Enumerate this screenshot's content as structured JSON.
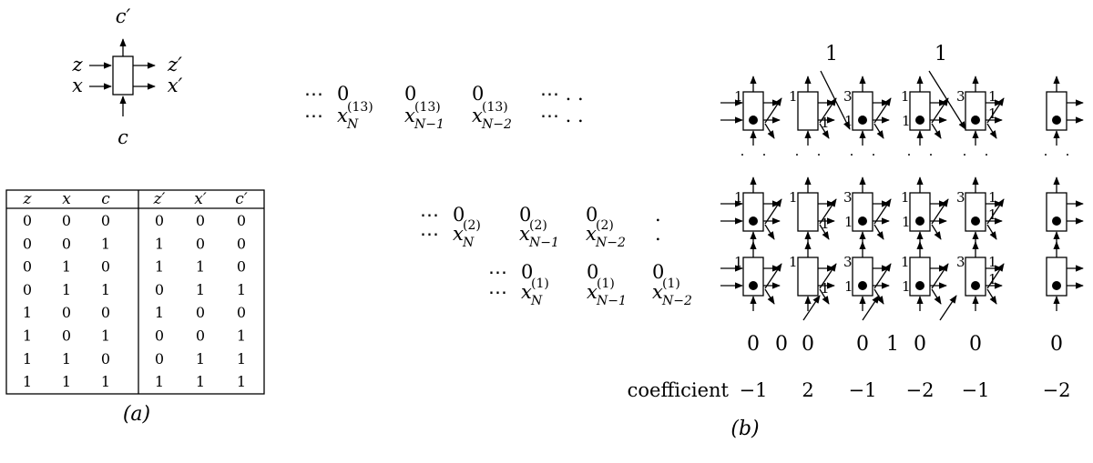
{
  "cell_diagram": {
    "top_out": "c′",
    "bottom_in": "c",
    "left_in": [
      "z",
      "x"
    ],
    "right_out": [
      "z′",
      "x′"
    ]
  },
  "truth_table": {
    "headers": [
      "z",
      "x",
      "c",
      "z′",
      "x′",
      "c′"
    ],
    "rows": [
      [
        "0",
        "0",
        "0",
        "0",
        "0",
        "0"
      ],
      [
        "0",
        "0",
        "1",
        "1",
        "0",
        "0"
      ],
      [
        "0",
        "1",
        "0",
        "1",
        "1",
        "0"
      ],
      [
        "0",
        "1",
        "1",
        "0",
        "1",
        "1"
      ],
      [
        "1",
        "0",
        "0",
        "1",
        "0",
        "0"
      ],
      [
        "1",
        "0",
        "1",
        "0",
        "0",
        "1"
      ],
      [
        "1",
        "1",
        "0",
        "0",
        "1",
        "1"
      ],
      [
        "1",
        "1",
        "1",
        "1",
        "1",
        "1"
      ]
    ]
  },
  "inputs": {
    "dots": "⋯",
    "zero": "0",
    "x": "x",
    "row13": {
      "sup": "(13)",
      "subs": [
        "N",
        "N−1",
        "N−2"
      ],
      "trail": "⋯   .          ."
    },
    "row2": {
      "sup": "(2)",
      "subs": [
        "N",
        "N−1",
        "N−2"
      ],
      "trail": "."
    },
    "row1": {
      "sup": "(1)",
      "subs": [
        "N",
        "N−1",
        "N−2"
      ]
    }
  },
  "array": {
    "top_values": [
      "1",
      "1"
    ],
    "bottom_values": [
      "0",
      "0",
      "0",
      "0",
      "1",
      "0",
      "0",
      "0"
    ],
    "coefficient_label": "coefficient",
    "coefficients": [
      "−1",
      "2",
      "−1",
      "−2",
      "−1",
      "−2"
    ],
    "edge_labels": [
      "1",
      "3"
    ]
  },
  "captions": {
    "a": "(a)",
    "b": "(b)"
  }
}
